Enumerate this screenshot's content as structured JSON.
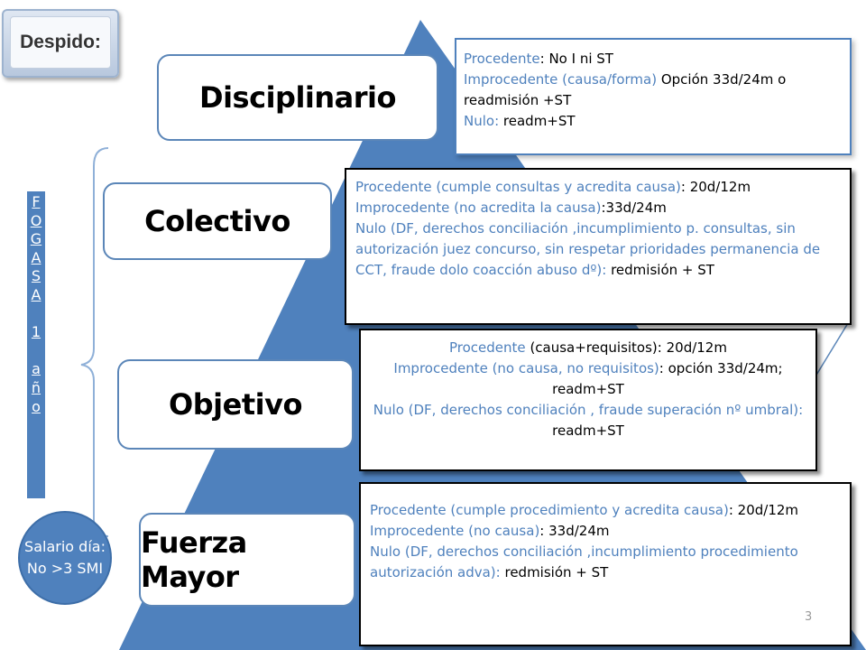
{
  "title": "Despido:",
  "categories": {
    "disciplinario": "Disciplinario",
    "colectivo": "Colectivo",
    "objetivo": "Objetivo",
    "fuerza_mayor": "Fuerza Mayor"
  },
  "disciplinario_box": {
    "l1_blue": "Procedente",
    "l1_black": ":  No I ni ST",
    "l2_blue": "Improcedente  (causa/forma) ",
    "l2_black": " Opción 33d/24m o",
    "l3_black": "readmisión +ST",
    "l4_blue": "Nulo:",
    "l4_black": " readm+ST"
  },
  "colectivo_box": {
    "l1_blue": "Procedente (cumple consultas y acredita causa)",
    "l1_black": ": 20d/12m",
    "l2_blue": "Improcedente  (no acredita la causa)",
    "l2_black": ":33d/24m",
    "l3_blue": "Nulo (DF, derechos conciliación ,incumplimiento p. consultas, sin autorización juez concurso, sin respetar prioridades permanencia de CCT, fraude dolo coacción abuso dº):",
    "l3_black": " redmisión + ST"
  },
  "objetivo_box": {
    "l1_blue": "Procedente ",
    "l1_black": "(causa+requisitos):  20d/12m",
    "l2_blue": "Improcedente (no causa, no requisitos)",
    "l2_black": ": opción 33d/24m; readm+ST",
    "l3_blue": "Nulo (DF, derechos conciliación , fraude superación nº umbral):",
    "l3_black": " readm+ST"
  },
  "fuerza_mayor_box": {
    "l1_blue": "Procedente (cumple procedimiento y acredita causa)",
    "l1_black": ": 20d/12m",
    "l2_blue": "Improcedente (no causa)",
    "l2_black": ": 33d/24m",
    "l3_blue": "Nulo (DF, derechos conciliación ,incumplimiento procedimiento autorización adva):",
    "l3_black": " redmisión + ST"
  },
  "fogasa_letters": [
    "F",
    "O",
    "G",
    "A",
    "S",
    "A",
    " ",
    "1",
    " ",
    "a",
    "ñ",
    "o"
  ],
  "salary_text": "Salario día: No >3 SMI",
  "page_number": "3",
  "colors": {
    "pyramid": "#4f81bd",
    "accent_blue": "#4f81bd",
    "category_border": "#5b86b8"
  }
}
